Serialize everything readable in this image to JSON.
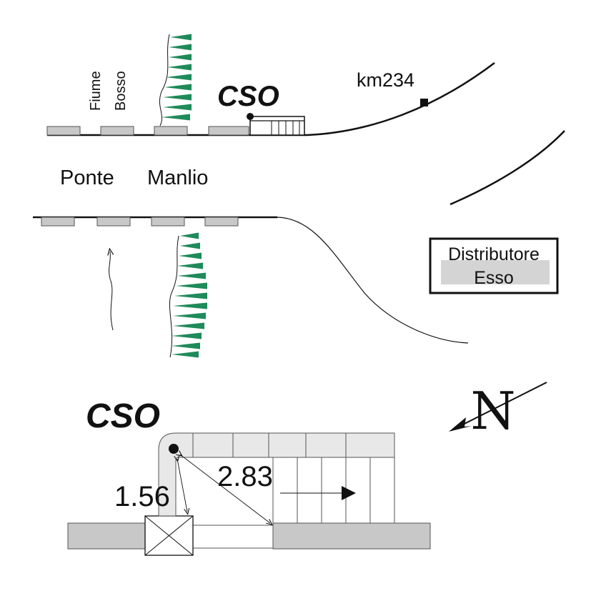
{
  "labels": {
    "river": "Fiume",
    "river_name": "Bosso",
    "cso_top": "CSO",
    "km_marker": "km234",
    "bridge_word1": "Ponte",
    "bridge_word2": "Manlio",
    "station_line1": "Distributore",
    "station_line2": "Esso",
    "cso_bottom": "CSO",
    "north": "N",
    "dim_vertical": "1.56",
    "dim_diagonal": "2.83"
  },
  "colors": {
    "ink": "#111111",
    "road_slab": "#c8c8c8",
    "slab_stroke": "#555555",
    "tile": "#e8e8e8",
    "riverbank_vegetation": "#1f8a5a",
    "station_fill": "#d4d4d4"
  },
  "icons": {
    "manhole": "dot-marker",
    "flow_direction": "arrow",
    "north_arrow": "north-arrow-icon",
    "chamber": "crossed-box"
  }
}
